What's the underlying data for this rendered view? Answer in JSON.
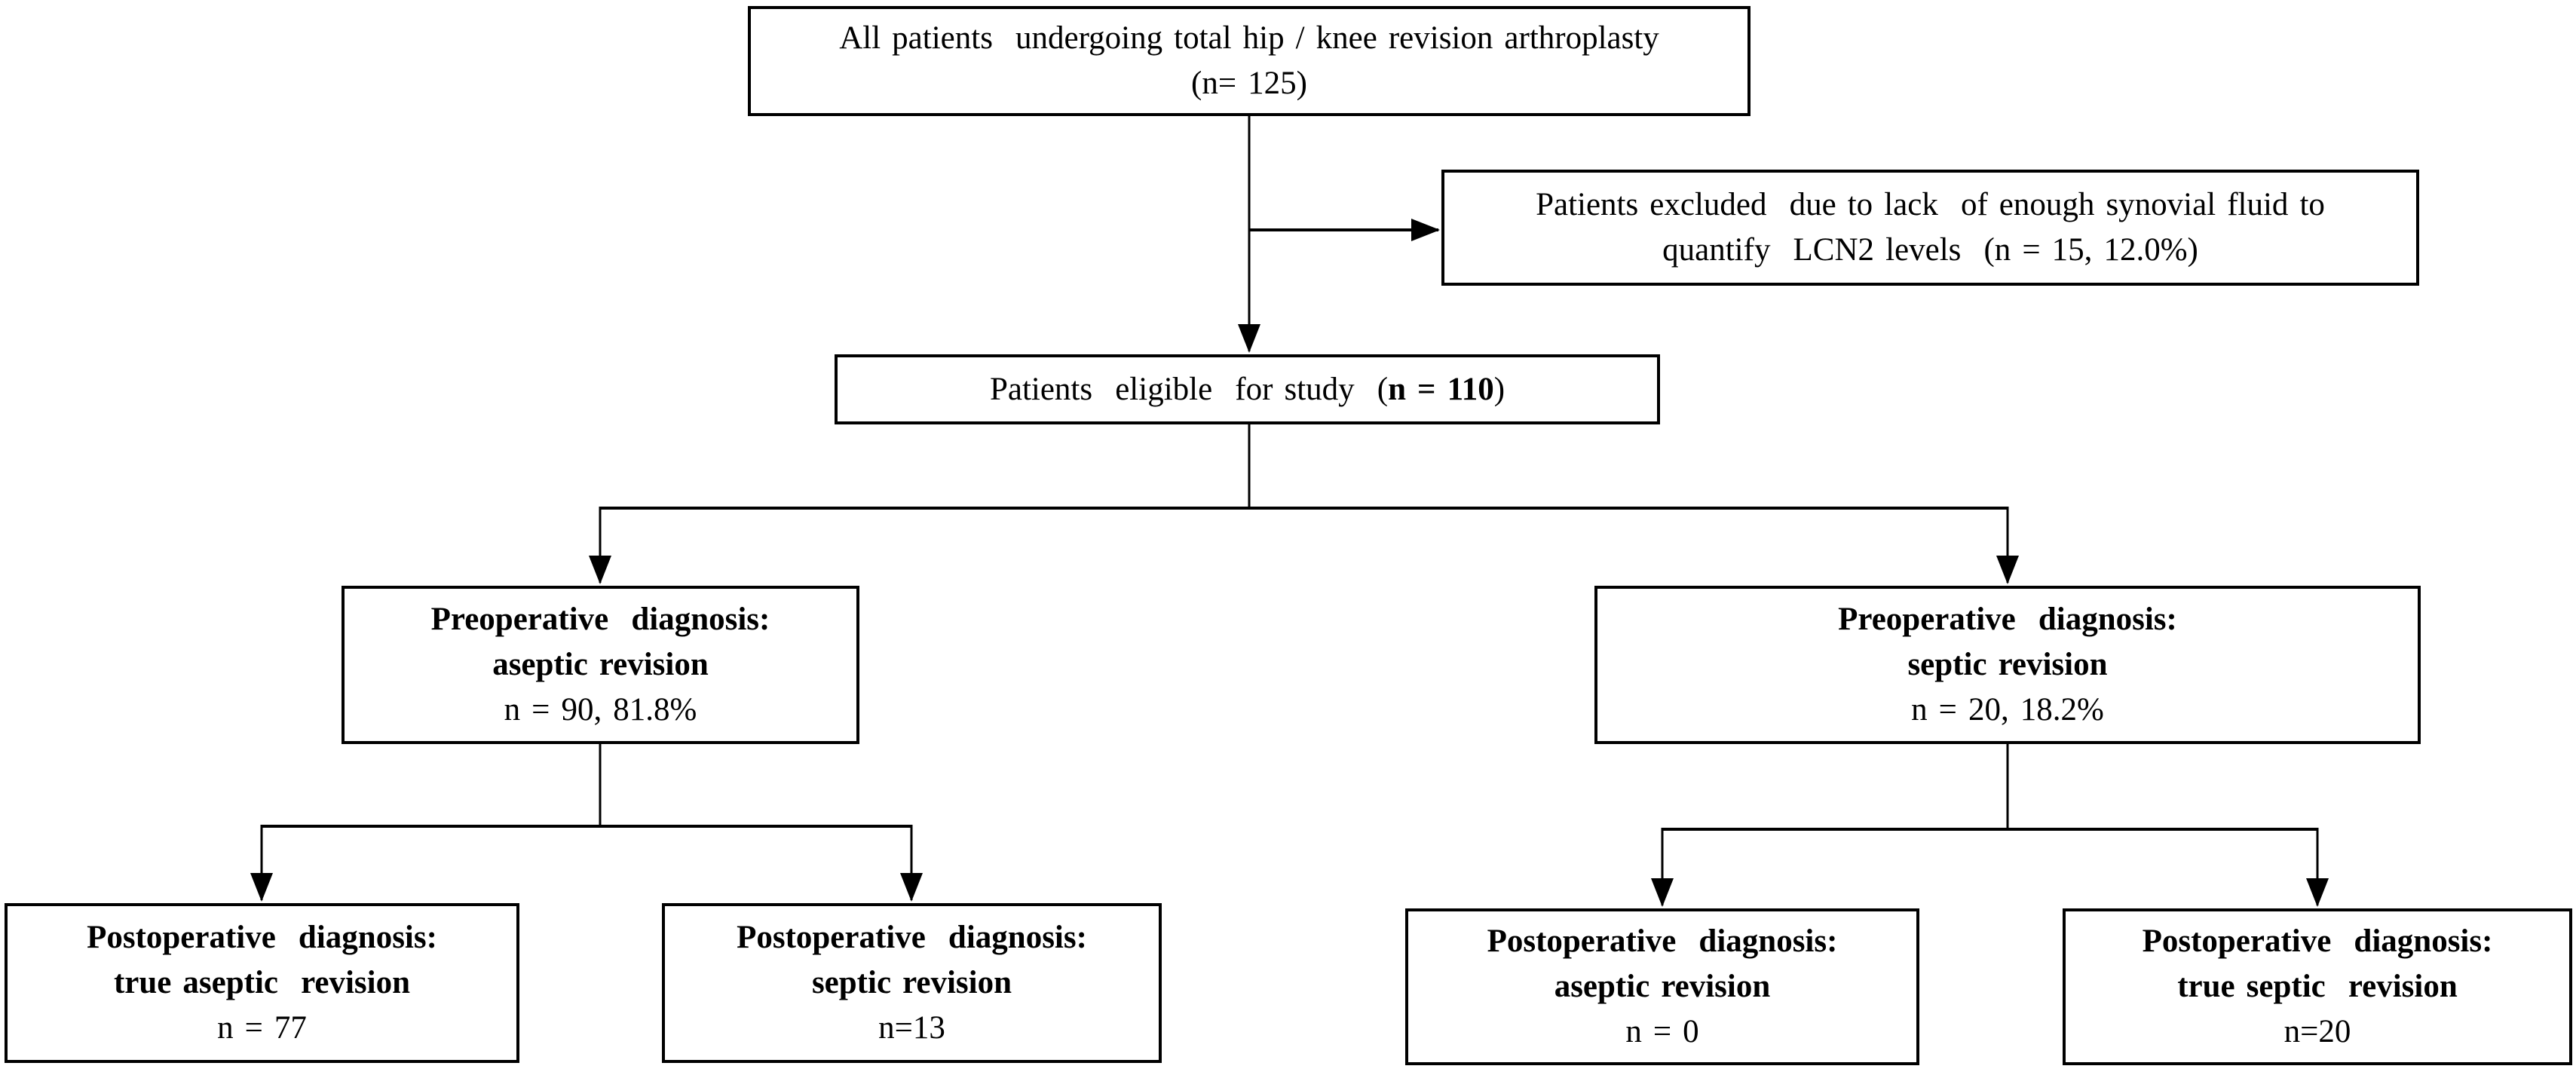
{
  "nodes": {
    "all_patients": {
      "line1": "All patients  undergoing total hip / knee revision arthroplasty",
      "line2": "(n= 125)"
    },
    "excluded": {
      "line1": "Patients excluded  due to lack  of enough synovial fluid to",
      "line2": "quantify  LCN2 levels  (n = 15, 12.0%)"
    },
    "eligible": {
      "prefix": "Patients  eligible  for study  (",
      "bold": "n = 110",
      "suffix": ")"
    },
    "preop_aseptic": {
      "title1": "Preoperative  diagnosis:",
      "title2": "aseptic revision",
      "count": "n = 90, 81.8%"
    },
    "preop_septic": {
      "title1": "Preoperative  diagnosis:",
      "title2": "septic revision",
      "count": "n = 20, 18.2%"
    },
    "post_true_aseptic": {
      "title1": "Postoperative  diagnosis:",
      "title2": "true aseptic  revision",
      "count": "n = 77"
    },
    "post_septic": {
      "title1": "Postoperative  diagnosis:",
      "title2": "septic revision",
      "count": "n=13"
    },
    "post_aseptic": {
      "title1": "Postoperative  diagnosis:",
      "title2": "aseptic revision",
      "count": "n = 0"
    },
    "post_true_septic": {
      "title1": "Postoperative  diagnosis:",
      "title2": "true septic  revision",
      "count": "n=20"
    }
  },
  "colors": {
    "line": "#000000",
    "box_border": "#000000",
    "text": "#000000",
    "background": "#ffffff"
  }
}
